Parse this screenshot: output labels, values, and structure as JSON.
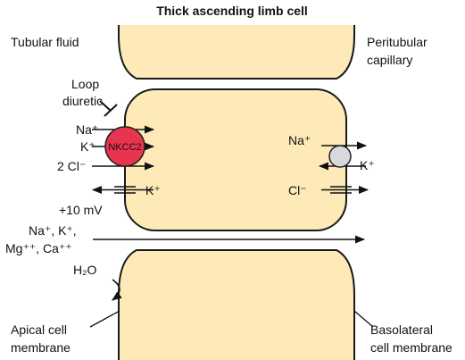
{
  "title": "Thick ascending limb cell",
  "labels": {
    "tubular_fluid": "Tubular fluid",
    "peritubular_line1": "Peritubular",
    "peritubular_line2": "capillary",
    "loop_line1": "Loop",
    "loop_line2": "diuretic",
    "apical_line1": "Apical cell",
    "apical_line2": "membrane",
    "basolateral_line1": "Basolateral",
    "basolateral_line2": "cell membrane",
    "voltage": "+10 mV",
    "para_line1": "Na⁺, K⁺,",
    "para_line2": "Mg⁺⁺, Ca⁺⁺",
    "water": "H₂O"
  },
  "apical": {
    "transporter_name": "NKCC2",
    "na": "Na⁺",
    "k": "K⁺",
    "cl": "2 Cl⁻",
    "k_channel": "K⁺"
  },
  "basolateral": {
    "na": "Na⁺",
    "k": "K⁺",
    "cl_channel": "Cl⁻"
  },
  "colors": {
    "cell_fill": "#FDEAB8",
    "cell_stroke": "#1a1a1a",
    "nkcc2": "#E8344E",
    "pump": "#D6D9DE"
  }
}
